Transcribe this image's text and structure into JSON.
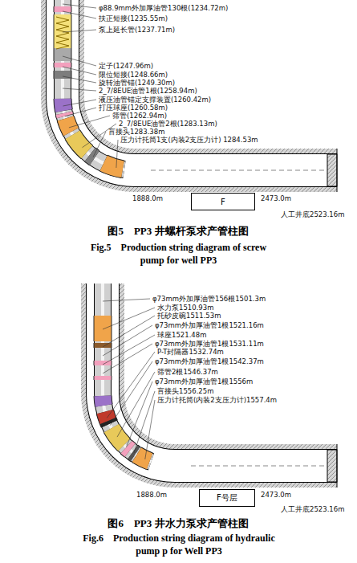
{
  "diagram": {
    "nodes": [
      {
        "text": [
          "F"
        ]
      },
      {
        "text": [
          "F号层"
        ]
      }
    ],
    "labels": [
      "φ88.9mm外加厚油管130根(1234.72m)",
      "扶正短接(1235.55m)",
      "泵上延长管(1237.71m)",
      "定子(1247.96m)",
      "限位短接(1248.66m)",
      "旋转油管锚(1249.30m)",
      "2_7/8EUE油管1根(1258.94m)",
      "液压油管锚定支撑装置(1260.42m)",
      "打压球座(1260.58m)",
      "筛管(1262.94m)",
      "2_7/8EUE油管2根(1283.13m)",
      "盲接头1283.38m",
      "压力计托筒1支(内装2支压力计) 1284.53m",
      "1888.0m",
      "2473.0m",
      "人工井底2523.16m",
      "图5　PP3 井螺杆泵求产管柱图",
      "Fig.5　Production string diagram of screw pump for well PP3",
      "φ73mm外加厚油管156根1501.3m",
      "水力泵1510.93m",
      "托砂皮碗1511.53m",
      "φ73mm外加厚油管1根1521.16m",
      "球座1521.48m",
      "φ73mm外加厚油管1根1531.11m",
      "P-T封隔器1532.74m",
      "φ73mm外加厚油管1根1542.37m",
      "筛管2根1546.37m",
      "φ73mm外加厚油管1根1556m",
      "盲接头1556.25m",
      "压力计托筒(内装2支压力计)1557.4m",
      "1888.0m",
      "2473.0m",
      "人工井底2523.16m",
      "图6　PP3 井水力泵求产管柱图",
      "Fig.6　Production string diagram of hydraulic pump p for Well PP3"
    ]
  }
}
